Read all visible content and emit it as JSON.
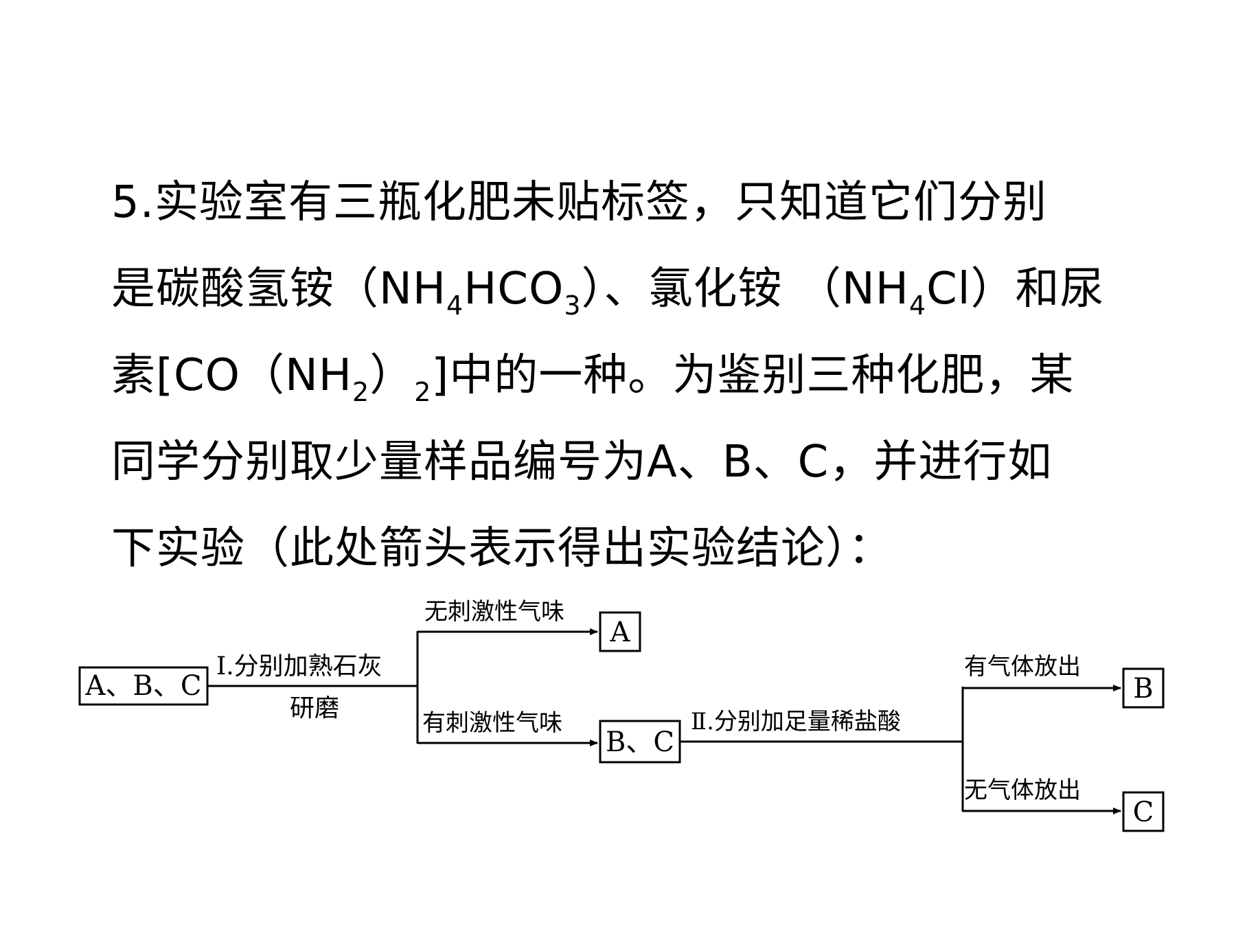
{
  "question": {
    "number": "5.",
    "line1": "实验室有三瓶化肥未贴标签，只知道它们分别",
    "line2_a": "是碳酸氢铵（NH",
    "line2_sub1": "4",
    "line2_b": "HCO",
    "line2_sub2": "3",
    "line2_c": "）、氯化铵 （NH",
    "line2_sub3": "4",
    "line2_d": "Cl）和尿",
    "line3_a": "素[CO（NH",
    "line3_sub1": "2",
    "line3_b": "）",
    "line3_sub2": "2",
    "line3_c": "]中的一种。为鉴别三种化肥，某",
    "line4": "同学分别取少量样品编号为A、B、C，并进行如",
    "line5": "下实验（此处箭头表示得出实验结论）："
  },
  "diagram": {
    "start_box": "A、B、C",
    "step1_label": "Ⅰ.分别加熟石灰",
    "step1_sublabel": "研磨",
    "branch_no_smell": "无刺激性气味",
    "result_a": "A",
    "branch_smell": "有刺激性气味",
    "result_bc": "B、C",
    "step2_label": "Ⅱ.分别加足量稀盐酸",
    "branch_gas": "有气体放出",
    "result_b": "B",
    "branch_no_gas": "无气体放出",
    "result_c": "C"
  }
}
